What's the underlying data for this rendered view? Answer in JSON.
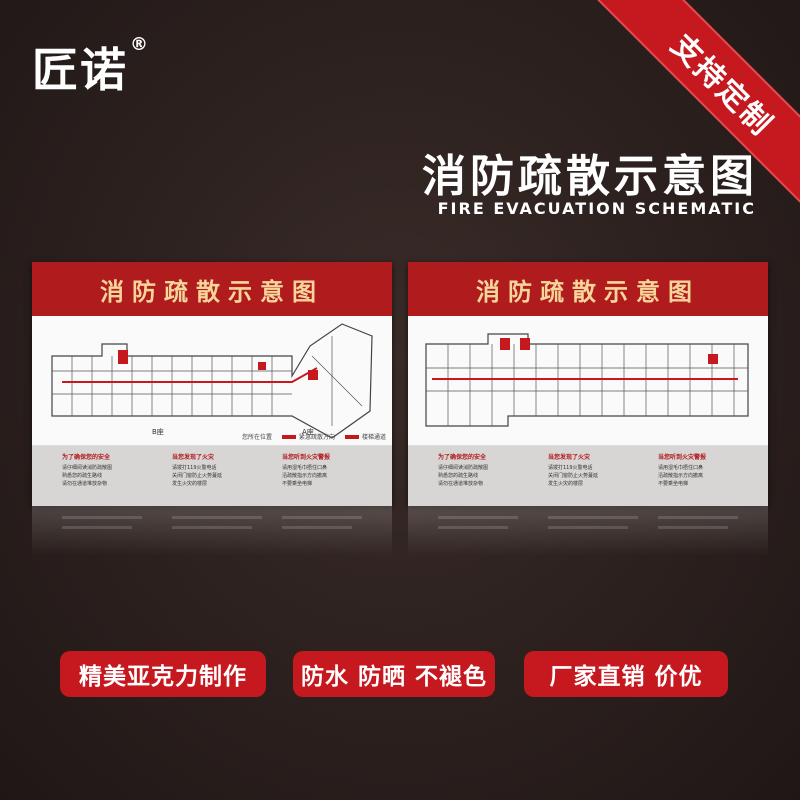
{
  "logo": {
    "brand": "匠诺",
    "mark": "®"
  },
  "banner": {
    "text": "支持定制",
    "color": "#c5181f"
  },
  "title": {
    "cn": "消防疏散示意图",
    "en": "FIRE EVACUATION SCHEMATIC"
  },
  "signs": [
    {
      "header": "消防疏散示意图",
      "plan_labels": {
        "building_b": "B座",
        "building_a": "A座"
      },
      "legend": [
        "您所在位置",
        "紧急疏散方向",
        "楼梯通道"
      ],
      "notes": [
        {
          "head": "为了确保您的安全",
          "lines": [
            "请仔细阅读消防疏散图",
            "熟悉您的疏生路线",
            "请勿在通道堆放杂物"
          ]
        },
        {
          "head": "当您发现了火灾",
          "lines": [
            "请拨打119火警电话",
            "关闭门窗防止火势蔓延",
            "发生火灾的楼层"
          ]
        },
        {
          "head": "当您听到火灾警报",
          "lines": [
            "请用湿毛巾捂住口鼻",
            "沿疏散指示方向撤离",
            "不要乘坐电梯"
          ]
        }
      ]
    },
    {
      "header": "消防疏散示意图",
      "legend": [],
      "notes": [
        {
          "head": "为了确保您的安全",
          "lines": [
            "请仔细阅读消防疏散图",
            "熟悉您的疏生路线",
            "请勿在通道堆放杂物"
          ]
        },
        {
          "head": "当您发现了火灾",
          "lines": [
            "请拨打119火警电话",
            "关闭门窗防止火势蔓延",
            "发生火灾的楼层"
          ]
        },
        {
          "head": "当您听到火灾警报",
          "lines": [
            "请用湿毛巾捂住口鼻",
            "沿疏散指示方向撤离",
            "不要乘坐电梯"
          ]
        }
      ]
    }
  ],
  "features": [
    "精美亚克力制作",
    "防水 防晒 不褪色",
    "厂家直销 价优"
  ]
}
